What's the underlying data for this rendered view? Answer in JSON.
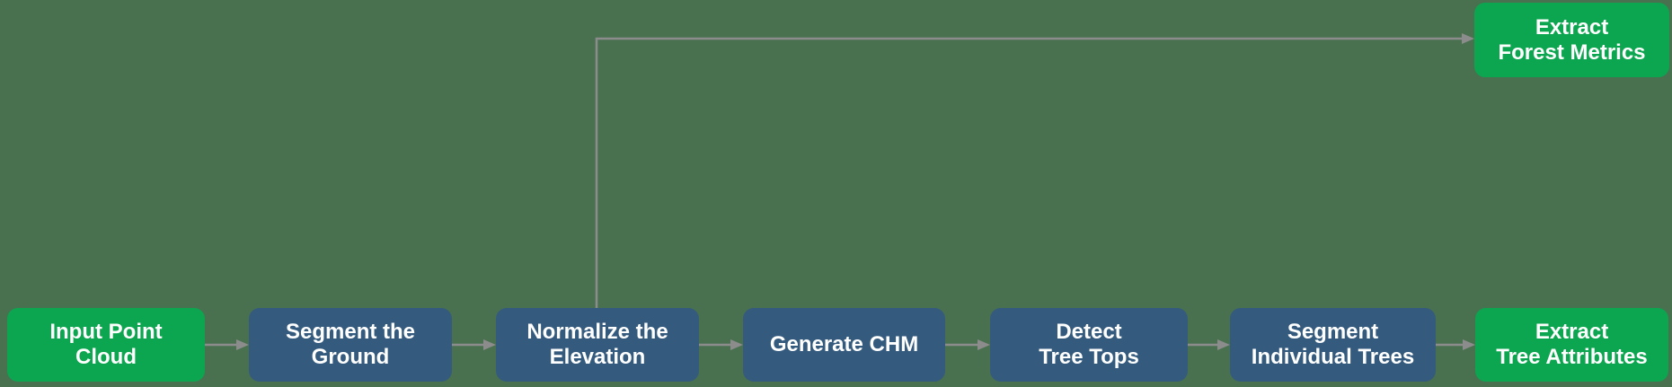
{
  "diagram": {
    "nodes": [
      {
        "id": "input-point-cloud",
        "label": "Input Point Cloud",
        "line1": "Input Point",
        "line2": "Cloud",
        "style": "green"
      },
      {
        "id": "segment-the-ground",
        "label": "Segment the Ground",
        "line1": "Segment the",
        "line2": "Ground",
        "style": "blue"
      },
      {
        "id": "normalize-the-elevation",
        "label": "Normalize the Elevation",
        "line1": "Normalize the",
        "line2": "Elevation",
        "style": "blue"
      },
      {
        "id": "generate-chm",
        "label": "Generate CHM",
        "line1": "Generate CHM",
        "style": "blue"
      },
      {
        "id": "detect-tree-tops",
        "label": "Detect Tree Tops",
        "line1": "Detect",
        "line2": "Tree Tops",
        "style": "blue"
      },
      {
        "id": "segment-individual-trees",
        "label": "Segment Individual Trees",
        "line1": "Segment",
        "line2": "Individual Trees",
        "style": "blue"
      },
      {
        "id": "extract-tree-attributes",
        "label": "Extract Tree Attributes",
        "line1": "Extract",
        "line2": "Tree Attributes",
        "style": "green"
      },
      {
        "id": "extract-forest-metrics",
        "label": "Extract Forest Metrics",
        "line1": "Extract",
        "line2": "Forest Metrics",
        "style": "green"
      }
    ],
    "edges": [
      {
        "from": "Input Point Cloud",
        "to": "Segment the Ground"
      },
      {
        "from": "Segment the Ground",
        "to": "Normalize the Elevation"
      },
      {
        "from": "Normalize the Elevation",
        "to": "Generate CHM"
      },
      {
        "from": "Generate CHM",
        "to": "Detect Tree Tops"
      },
      {
        "from": "Detect Tree Tops",
        "to": "Segment Individual Trees"
      },
      {
        "from": "Segment Individual Trees",
        "to": "Extract Tree Attributes"
      },
      {
        "from": "Normalize the Elevation",
        "to": "Extract Forest Metrics"
      }
    ]
  },
  "colors": {
    "background": "#497150",
    "node_green": "#0ba64f",
    "node_blue": "#345a7e",
    "arrow": "#8c8c8c",
    "text": "#ffffff"
  }
}
